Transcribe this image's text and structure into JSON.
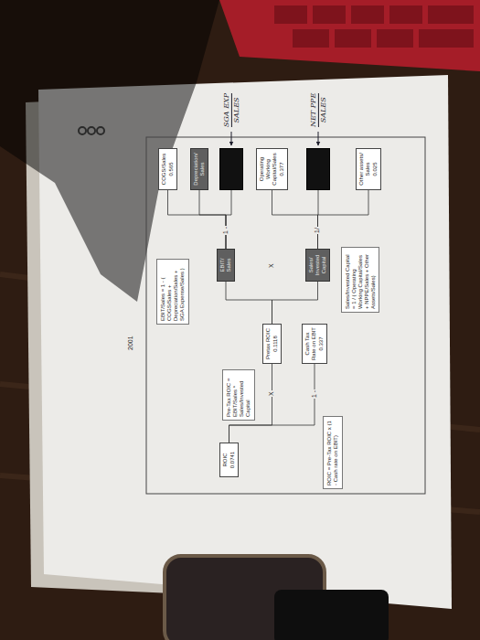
{
  "diagram": {
    "nodes": [
      {
        "text": [
          "ROIC",
          "0.0741"
        ]
      },
      {
        "text": [
          "Pretax ROIC",
          "0.1118"
        ]
      },
      {
        "text": [
          "Cash Tax Rate on EBIT",
          "0.337"
        ]
      },
      {
        "text": [
          "EBIT/ Sales"
        ]
      },
      {
        "text": [
          "Sales/ Invested Capital"
        ]
      },
      {
        "text": [
          "COGS/Sales",
          "0.565"
        ]
      },
      {
        "text": [
          "Depreciation/ Sales"
        ]
      },
      {
        "text": [
          "SGA EXP",
          "SALES"
        ]
      },
      {
        "text": [
          "Operating Working Capital/Sales",
          "0.377"
        ]
      },
      {
        "text": [
          "NET PPE",
          "SALES"
        ]
      },
      {
        "text": [
          "Other assets/ Sales",
          "0.025"
        ]
      },
      {
        "text": [
          "EBIT/Sales = 1 - ( COGS/Sales + Depreciation/Sales + SGA Expense/Sales )"
        ]
      },
      {
        "text": [
          "Sales/Invested Capital = 1 / ( Operating Working Capital/Sales + NPPE/Sales + Other Assets/Sales)"
        ]
      },
      {
        "text": [
          "Pre-Tax ROIC = EBIT/Sales * Sales/Invested Capital"
        ]
      },
      {
        "text": [
          "ROIC = Pre-Tax ROIC x (1 - Cash rate on EBIT)"
        ]
      }
    ],
    "edges": [
      {
        "from": 0,
        "to": 1,
        "arrow": "none"
      },
      {
        "from": 0,
        "to": 2,
        "arrow": "none"
      },
      {
        "from": 1,
        "to": 3,
        "arrow": "none"
      },
      {
        "from": 1,
        "to": 4,
        "arrow": "none"
      },
      {
        "from": 3,
        "to": 5,
        "arrow": "none"
      },
      {
        "from": 3,
        "to": 6,
        "arrow": "none"
      },
      {
        "from": 3,
        "to": 7,
        "arrow": "none"
      },
      {
        "from": 4,
        "to": 8,
        "arrow": "none"
      },
      {
        "from": 4,
        "to": 9,
        "arrow": "none"
      },
      {
        "from": 4,
        "to": 10,
        "arrow": "none"
      }
    ],
    "labels": [
      "2001",
      "X",
      "1 -",
      "X",
      "1 -",
      "1/"
    ]
  }
}
